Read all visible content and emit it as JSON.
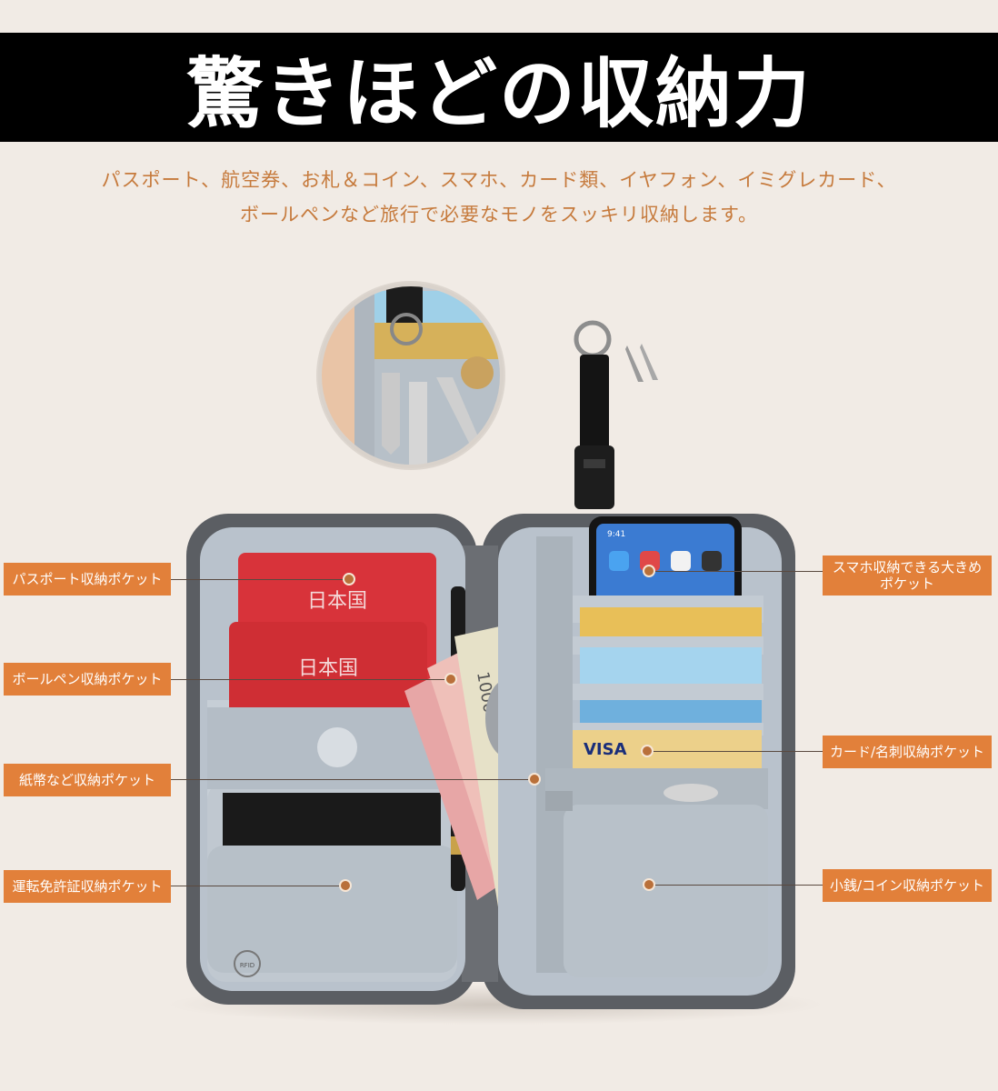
{
  "header": {
    "title": "驚きほどの収納力",
    "subtitle_line1": "パスポート、航空券、お札＆コイン、スマホ、カード類、イヤフォン、イミグレカード、",
    "subtitle_line2": "ボールペンなど旅行で必要なモノをスッキリ収納します。"
  },
  "callouts_left": [
    {
      "label": "パスポート収納ポケット"
    },
    {
      "label": "ボールペン収納ポケット"
    },
    {
      "label": "紙幣など収納ポケット"
    },
    {
      "label": "運転免許証収納ポケット"
    }
  ],
  "callouts_right": [
    {
      "label": "スマホ収納できる大きめポケット"
    },
    {
      "label": "カード/名刺収納ポケット"
    },
    {
      "label": "小銭/コイン収納ポケット"
    }
  ],
  "photo": {
    "passport_text_1": "日本国",
    "passport_text_2": "日本国",
    "card_text": "VISA",
    "banknote_text": "1000",
    "phone_time": "9:41",
    "rfid_text": "RFID"
  },
  "colors": {
    "accent": "#e2803a",
    "subtitle": "#c67a3c",
    "background": "#f1ebe5",
    "banner": "#000000",
    "passport": "#d8333a",
    "wallet_lining": "#b9c2cc",
    "wallet_shell": "#5b5e63"
  }
}
